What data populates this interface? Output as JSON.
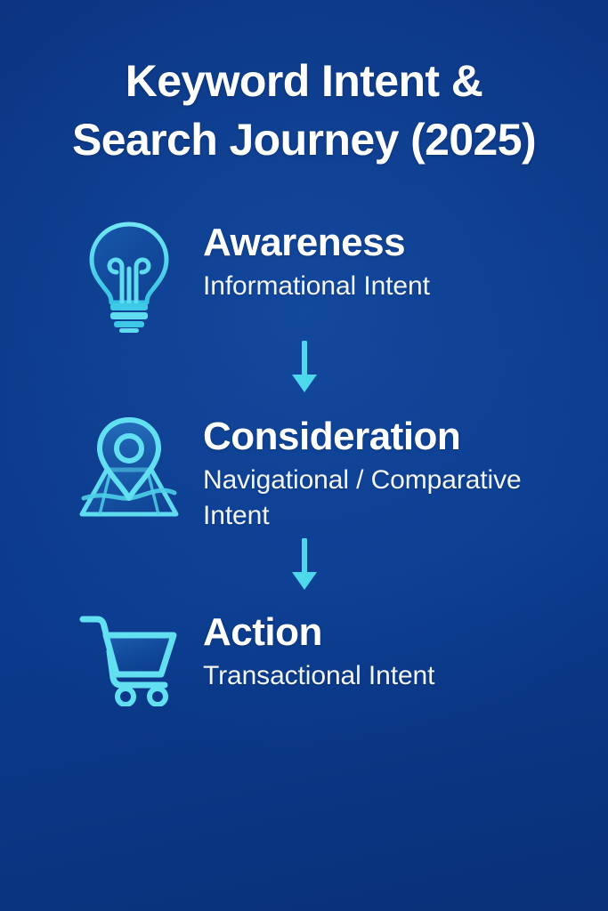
{
  "theme": {
    "background_top": "#0b3380",
    "background_mid": "#0c3786",
    "accent_cyan": "#4dd8ec",
    "accent_cyan_deep": "#2aa7d8",
    "text_primary": "#ffffff",
    "text_secondary": "#f2f6fb"
  },
  "header": {
    "title_line1": "Keyword Intent &",
    "title_line2": "Search Journey (2025)"
  },
  "steps": [
    {
      "icon": "lightbulb-icon",
      "title": "Awareness",
      "subtitle": "Informational Intent"
    },
    {
      "icon": "map-pin-icon",
      "title": "Consideration",
      "subtitle": "Navigational / Comparative Intent"
    },
    {
      "icon": "shopping-cart-icon",
      "title": "Action",
      "subtitle": "Transactional Intent"
    }
  ],
  "connectors": [
    {
      "icon": "arrow-down-icon"
    },
    {
      "icon": "arrow-down-icon"
    }
  ]
}
